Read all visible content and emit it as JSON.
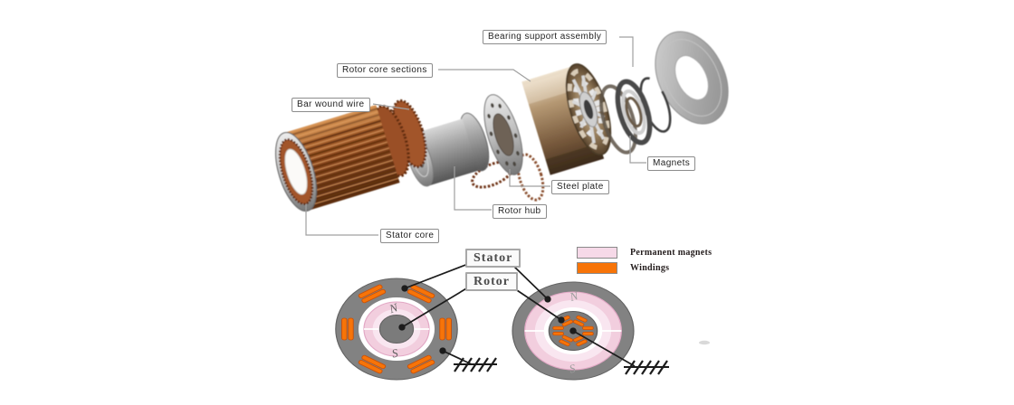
{
  "exploded_view": {
    "part_labels": {
      "bearing_support": "Bearing support assembly",
      "rotor_core_sections": "Rotor core sections",
      "bar_wound_wire": "Bar wound wire",
      "magnets": "Magnets",
      "steel_plate": "Steel plate",
      "rotor_hub": "Rotor hub",
      "stator_core": "Stator core"
    }
  },
  "cross_sections": {
    "callouts": {
      "stator": "Stator",
      "rotor": "Rotor"
    },
    "left_diagram": {
      "pole_top": "N",
      "pole_bottom": "S"
    },
    "right_diagram": {
      "pole_top": "N",
      "pole_bottom": "S"
    },
    "legend": {
      "items": [
        {
          "label": "Permanent magnets",
          "swatch_color": "#f6d9e8"
        },
        {
          "label": "Windings",
          "swatch_color": "#f77408"
        }
      ]
    }
  },
  "palette": {
    "stator_gray": "#828282",
    "magnet_pink": "#f2cede",
    "magnet_pink_pale": "#f9e6f0",
    "winding_orange": "#f77408",
    "winding_orange_border": "#c8500a"
  }
}
